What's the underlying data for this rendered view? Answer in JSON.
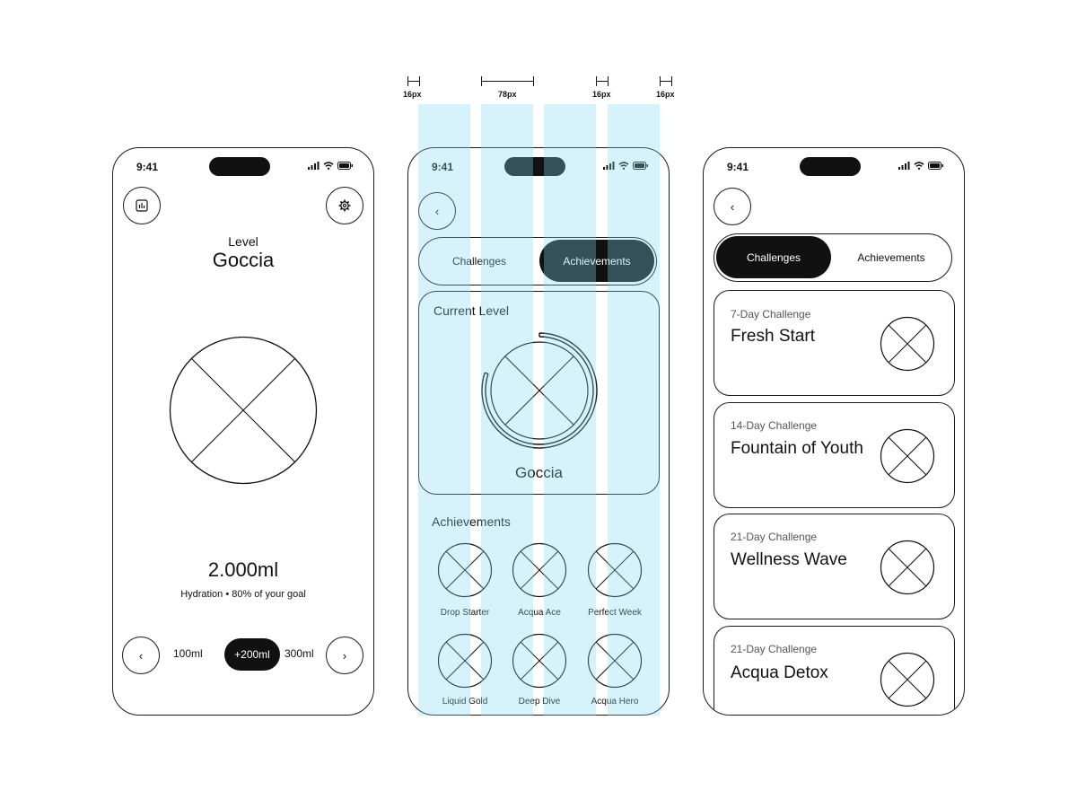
{
  "colors": {
    "ink": "#111111",
    "grid_overlay": "#7ED6F0",
    "page": "#FFFFFF"
  },
  "measurements": {
    "gutter_label": "16px",
    "column_label": "78px",
    "gutter2_label": "16px",
    "margin_label": "16px"
  },
  "status": {
    "time": "9:41"
  },
  "screen1": {
    "icons": {
      "stats": "bar-chart-icon",
      "settings": "gear-icon"
    },
    "level_caption": "Level",
    "level_name": "Goccia",
    "volume": "2.000ml",
    "goal_text": "Hydration • 80% of your goal",
    "prev": "‹",
    "next": "›",
    "amounts": [
      "100ml",
      "+200ml",
      "300ml"
    ]
  },
  "screen2": {
    "back": "‹",
    "tabs": [
      "Challenges",
      "Achievements"
    ],
    "active_tab": "Achievements",
    "current_level_title": "Current Level",
    "level_name": "Goccia",
    "level_progress": 0.8,
    "achievements_title": "Achievements",
    "badges": [
      "Drop Starter",
      "Acqua Ace",
      "Perfect Week",
      "Liquid Gold",
      "Deep Dive",
      "Acqua Hero"
    ]
  },
  "screen3": {
    "back": "‹",
    "tabs": [
      "Challenges",
      "Achievements"
    ],
    "active_tab": "Challenges",
    "challenges": [
      {
        "duration": "7-Day Challenge",
        "name": "Fresh Start"
      },
      {
        "duration": "14-Day Challenge",
        "name": "Fountain of Youth"
      },
      {
        "duration": "21-Day Challenge",
        "name": "Wellness Wave"
      },
      {
        "duration": "21-Day Challenge",
        "name": "Acqua Detox"
      }
    ]
  }
}
